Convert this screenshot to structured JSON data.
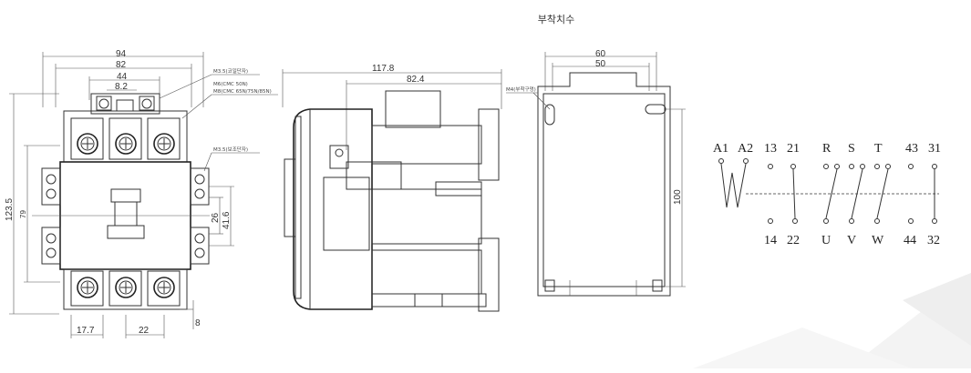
{
  "heading": "부착치수",
  "front_view": {
    "dims": {
      "width_94": "94",
      "width_82": "82",
      "width_44": "44",
      "width_8_2": "8.2",
      "height_123_5": "123.5",
      "height_79": "79",
      "v_26": "26",
      "v_41_6": "41.6",
      "bottom_17_7": "17.7",
      "bottom_22": "22",
      "bottom_8": "8"
    },
    "notes": {
      "coil_terminal": "M3.5(코일단자)",
      "main_terminal_1": "M6(CMC 50N)",
      "main_terminal_2": "M8(CMC 65N/75N/85N)",
      "aux_terminal": "M3.5(보조단자)"
    }
  },
  "side_view": {
    "dims": {
      "depth_117_8": "117.8",
      "depth_82_4": "82.4"
    }
  },
  "mount_view": {
    "dims": {
      "width_60": "60",
      "width_50": "50",
      "height_100": "100"
    },
    "notes": {
      "mount_hole": "M4(부착구멍)"
    }
  },
  "wiring": {
    "top_labels": [
      "A1",
      "A2",
      "13",
      "21",
      "R",
      "S",
      "T",
      "43",
      "31"
    ],
    "bottom_labels": [
      "14",
      "22",
      "U",
      "V",
      "W",
      "44",
      "32"
    ]
  },
  "colors": {
    "line": "#333333",
    "background": "#ffffff",
    "watermark": "#f2f2f2"
  }
}
